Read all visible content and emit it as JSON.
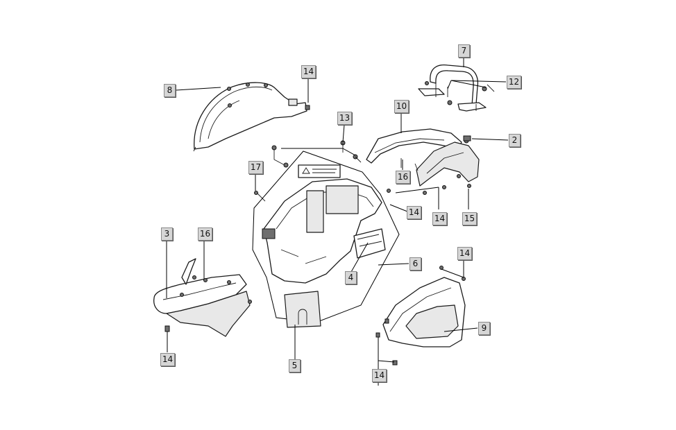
{
  "callouts": {
    "l2": "2",
    "l3": "3",
    "l4": "4",
    "l5": "5",
    "l6": "6",
    "l7": "7",
    "l8": "8",
    "l9": "9",
    "l10": "10",
    "l12": "12",
    "l13": "13",
    "l14a": "14",
    "l14b": "14",
    "l14c": "14",
    "l14d": "14",
    "l14e": "14",
    "l14f": "14",
    "l15": "15",
    "l16a": "16",
    "l16b": "16",
    "l17": "17"
  },
  "parts": {
    "p2": "clip",
    "p3": "left-side-cover",
    "p4": "battery-lid",
    "p5": "seal-plate",
    "p6": "storage-compartment",
    "p7": "rear-grab-rail",
    "p8": "upper-cover",
    "p9": "right-side-cover",
    "p10": "rear-cover",
    "p12": "rail-bolt",
    "p13": "bolt",
    "p14": "screw",
    "p15": "nut",
    "p16": "fastener",
    "p17": "bolt"
  }
}
